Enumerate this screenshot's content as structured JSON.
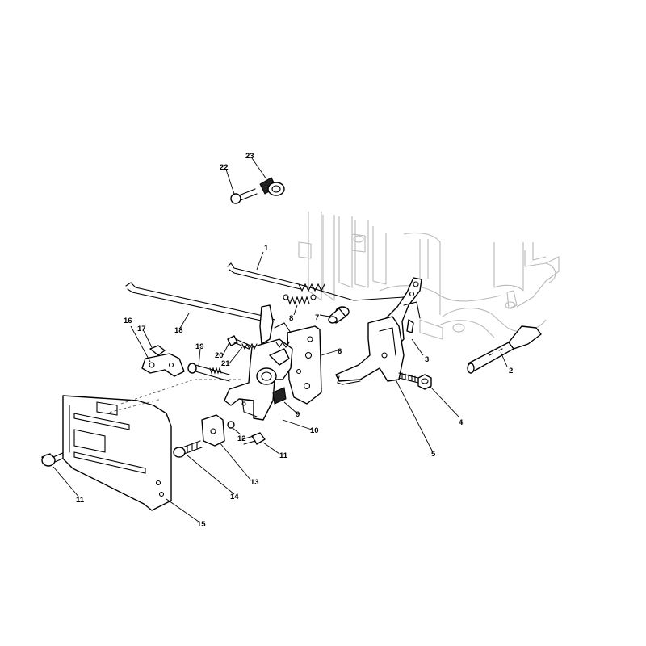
{
  "diagram": {
    "callouts": [
      {
        "id": "c1",
        "label": "1"
      },
      {
        "id": "c2",
        "label": "2"
      },
      {
        "id": "c3",
        "label": "3"
      },
      {
        "id": "c4",
        "label": "4"
      },
      {
        "id": "c5",
        "label": "5"
      },
      {
        "id": "c6",
        "label": "6"
      },
      {
        "id": "c7",
        "label": "7"
      },
      {
        "id": "c8",
        "label": "8"
      },
      {
        "id": "c9",
        "label": "9"
      },
      {
        "id": "c10",
        "label": "10"
      },
      {
        "id": "c11a",
        "label": "11"
      },
      {
        "id": "c11b",
        "label": "11"
      },
      {
        "id": "c12",
        "label": "12"
      },
      {
        "id": "c13",
        "label": "13"
      },
      {
        "id": "c14",
        "label": "14"
      },
      {
        "id": "c15",
        "label": "15"
      },
      {
        "id": "c16",
        "label": "16"
      },
      {
        "id": "c17",
        "label": "17"
      },
      {
        "id": "c18",
        "label": "18"
      },
      {
        "id": "c19",
        "label": "19"
      },
      {
        "id": "c20",
        "label": "20"
      },
      {
        "id": "c21",
        "label": "21"
      },
      {
        "id": "c22",
        "label": "22"
      },
      {
        "id": "c23",
        "label": "23"
      }
    ]
  }
}
